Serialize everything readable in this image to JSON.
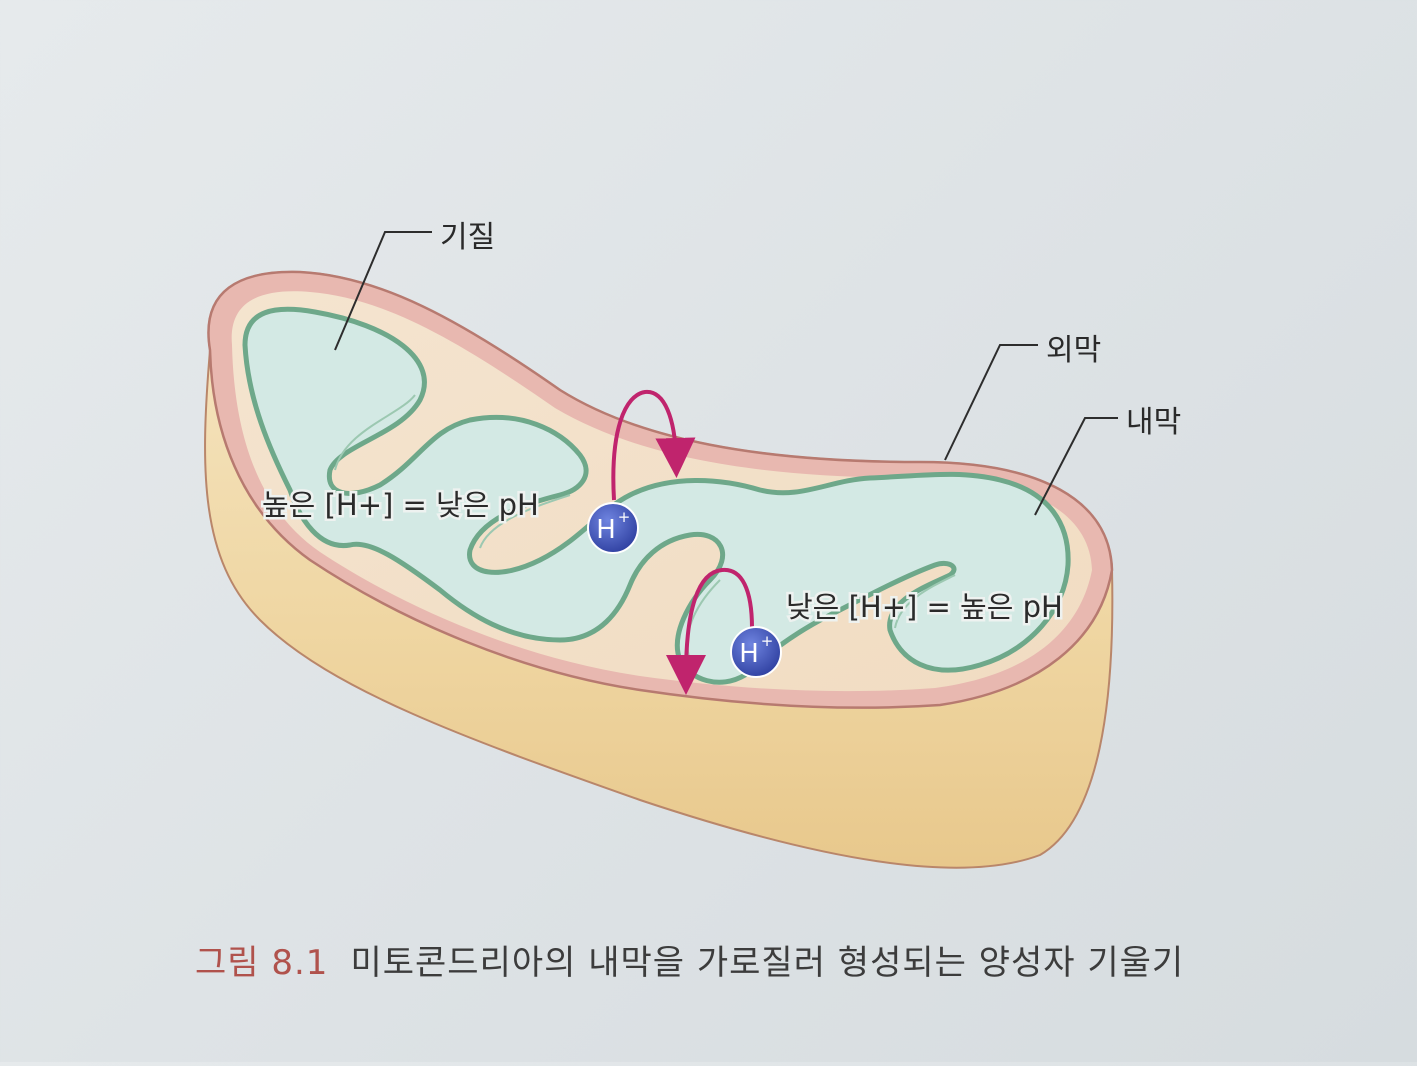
{
  "labels": {
    "matrix": "기질",
    "outer_membrane": "외막",
    "inner_membrane": "내막",
    "high_proton": "높은 [H+] = 낮은 pH",
    "low_proton": "낮은 [H+] = 높은 pH",
    "proton_symbol": "H",
    "proton_charge": "+"
  },
  "caption": {
    "figure_number": "그림 8.1",
    "text": "미토콘드리아의 내막을 가로질러 형성되는 양성자 기울기"
  },
  "colors": {
    "outer_membrane": "#d9a4a0",
    "outer_body": "#efd8a6",
    "inner_membrane": "#7fb59a",
    "matrix": "#d8ece8",
    "proton": "#3d52b8",
    "arrow": "#c0246d"
  }
}
